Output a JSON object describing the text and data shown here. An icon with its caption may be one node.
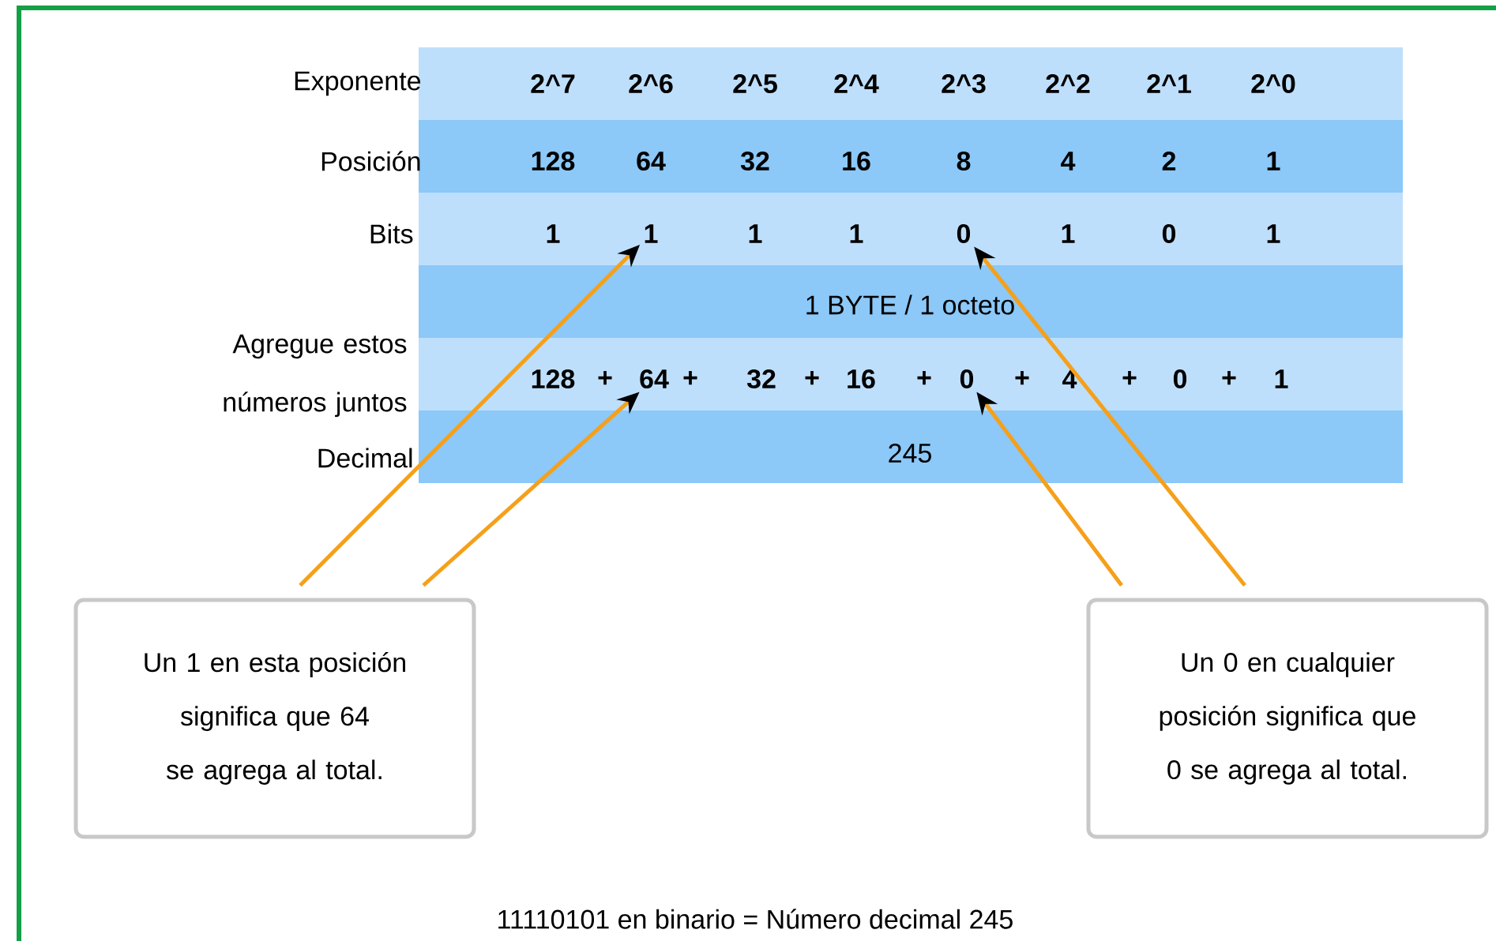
{
  "diagram": {
    "caption": "11110101 en binario = Número decimal 245",
    "nodes": [
      {
        "text": [
          "1"
        ]
      },
      {
        "text": [
          "0"
        ]
      },
      {
        "text": [
          "64"
        ]
      },
      {
        "text": [
          "0"
        ]
      },
      {
        "text": [
          "Un 1 en esta posición significa que 64 se agrega al total."
        ]
      },
      {
        "text": [
          "Un 0 en cualquier posición significa que 0 se agrega al total."
        ]
      }
    ],
    "edges": [
      {
        "from": 4,
        "to": 0,
        "arrow": "to"
      },
      {
        "from": 4,
        "to": 2,
        "arrow": "to"
      },
      {
        "from": 5,
        "to": 1,
        "arrow": "to"
      },
      {
        "from": 5,
        "to": 3,
        "arrow": "to"
      }
    ],
    "labels": [
      "Exponente",
      "2^7",
      "2^6",
      "2^5",
      "2^4",
      "2^3",
      "2^2",
      "2^1",
      "2^0",
      "Posición",
      "128",
      "64",
      "32",
      "16",
      "8",
      "4",
      "2",
      "1",
      "Bits",
      "1",
      "1",
      "1",
      "1",
      "0",
      "1",
      "1 BYTE / 1 octeto",
      "Agregue estos números juntos",
      "128",
      "+",
      "+",
      "32",
      "+",
      "16",
      "+",
      "+",
      "4",
      "+",
      "0",
      "+",
      "1",
      "Decimal",
      "245"
    ]
  }
}
